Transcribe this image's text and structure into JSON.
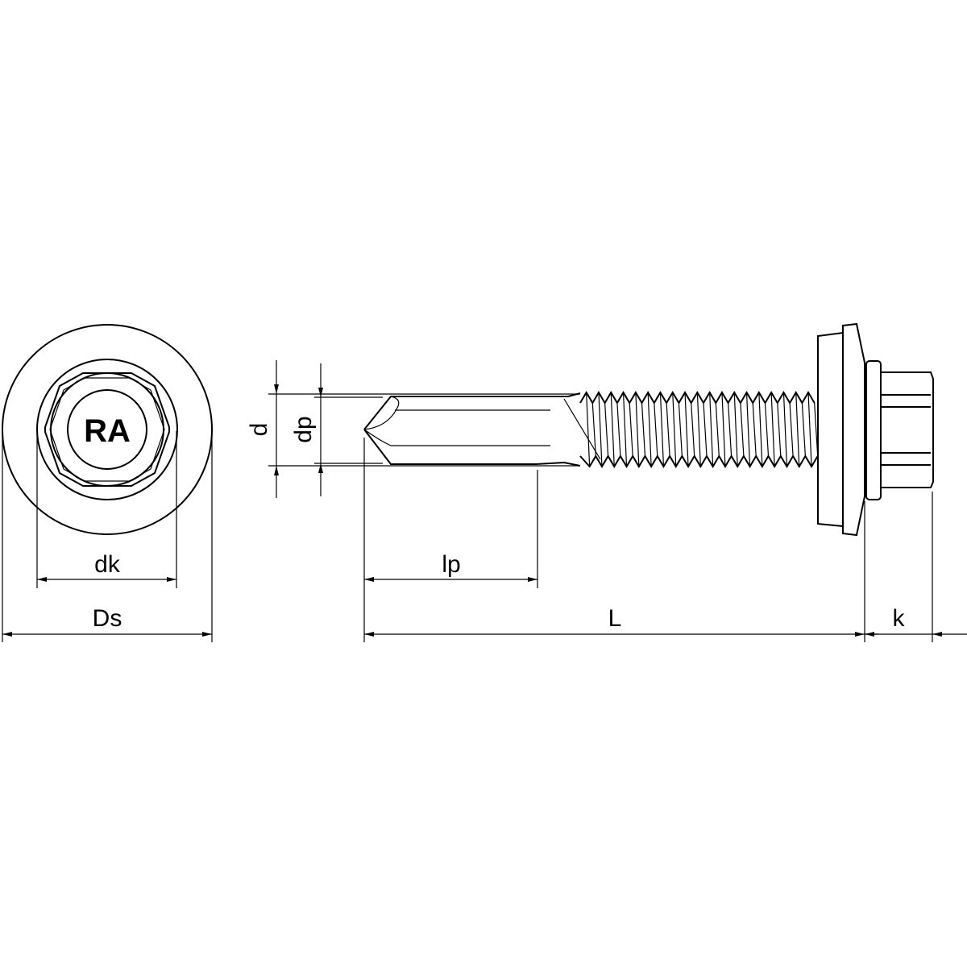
{
  "drawing": {
    "head_marking": "RA",
    "dimensions": {
      "dk": "dk",
      "Ds": "Ds",
      "d": "d",
      "dp": "dp",
      "lp": "lp",
      "L": "L",
      "k": "k"
    }
  },
  "colors": {
    "line": "#000000",
    "background": "#ffffff"
  }
}
